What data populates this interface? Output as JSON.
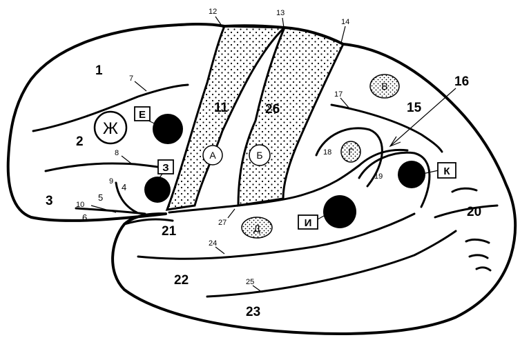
{
  "numbers": {
    "n1": "1",
    "n2": "2",
    "n3": "3",
    "n4": "4",
    "n5": "5",
    "n6": "6",
    "n7": "7",
    "n8": "8",
    "n9": "9",
    "n10": "10",
    "n11": "11",
    "n12": "12",
    "n13": "13",
    "n14": "14",
    "n15": "15",
    "n16": "16",
    "n17": "17",
    "n18": "18",
    "n19": "19",
    "n20": "20",
    "n21": "21",
    "n22": "22",
    "n23": "23",
    "n24": "24",
    "n25": "25",
    "n26": "26",
    "n27": "27"
  },
  "letters": {
    "a": "А",
    "b": "Б",
    "v": "В",
    "g": "Г",
    "d": "Д",
    "e": "Е",
    "zh": "Ж",
    "z": "З",
    "i": "И",
    "k": "К"
  }
}
